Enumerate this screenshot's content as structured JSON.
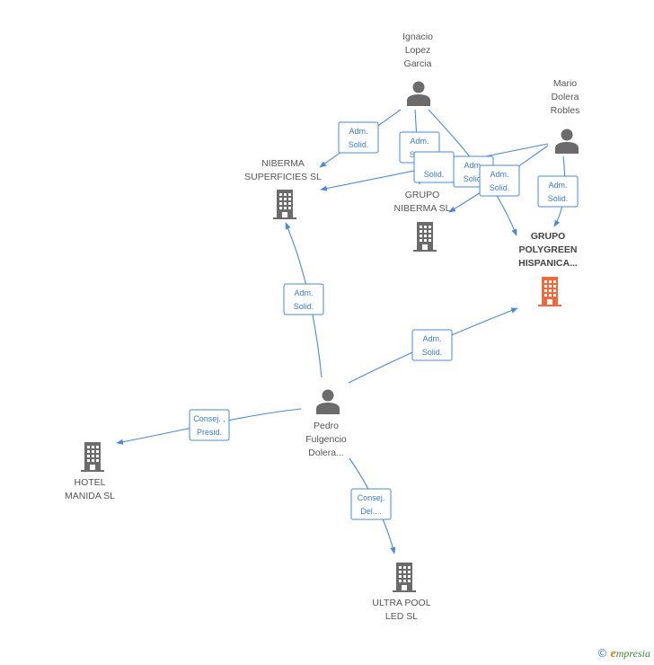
{
  "colors": {
    "edge": "#4a8ad8",
    "person_icon": "#6b6b6b",
    "company_icon": "#6b6b6b",
    "company_highlight": "#f26a3b"
  },
  "nodes": [
    {
      "id": "ignacio",
      "type": "person",
      "lines": [
        "Ignacio",
        "Lopez",
        "Garcia"
      ]
    },
    {
      "id": "mario",
      "type": "person",
      "lines": [
        "Mario",
        "Dolera",
        "Robles"
      ]
    },
    {
      "id": "pedro",
      "type": "person",
      "lines": [
        "Pedro",
        "Fulgencio",
        "Dolera..."
      ]
    },
    {
      "id": "niberma_sup",
      "type": "company",
      "lines": [
        "NIBERMA",
        "SUPERFICIES SL"
      ]
    },
    {
      "id": "grupo_niberma",
      "type": "company",
      "lines": [
        "GRUPO",
        "NIBERMA SL"
      ]
    },
    {
      "id": "polygreen",
      "type": "company",
      "highlight": true,
      "lines": [
        "GRUPO",
        "POLYGREEN",
        "HISPANICA..."
      ]
    },
    {
      "id": "hotel",
      "type": "company",
      "lines": [
        "HOTEL",
        "MANIDA SL"
      ]
    },
    {
      "id": "ultra",
      "type": "company",
      "lines": [
        "ULTRA POOL",
        "LED SL"
      ]
    }
  ],
  "edges": [
    {
      "from": "ignacio",
      "to": "niberma_sup",
      "label": [
        "Adm.",
        "Solid."
      ]
    },
    {
      "from": "ignacio",
      "to": "grupo_niberma",
      "label": [
        "Adm.",
        "Solid."
      ]
    },
    {
      "from": "mario",
      "to": "niberma_sup",
      "label": [
        "",
        "Solid."
      ]
    },
    {
      "from": "ignacio",
      "to": "polygreen",
      "label": [
        "Adm.",
        "Solid."
      ]
    },
    {
      "from": "mario",
      "to": "grupo_niberma",
      "label": [
        "Adm.",
        "Solid."
      ]
    },
    {
      "from": "mario",
      "to": "polygreen",
      "label": [
        "Adm.",
        "Solid."
      ]
    },
    {
      "from": "pedro",
      "to": "niberma_sup",
      "label": [
        "Adm.",
        "Solid."
      ]
    },
    {
      "from": "pedro",
      "to": "polygreen",
      "label": [
        "Adm.",
        "Solid."
      ]
    },
    {
      "from": "pedro",
      "to": "hotel",
      "label": [
        "Consej. ,",
        "Presid."
      ]
    },
    {
      "from": "pedro",
      "to": "ultra",
      "label": [
        "Consej.",
        "Del...."
      ]
    }
  ],
  "brand": {
    "copyright": "©",
    "e": "e",
    "rest": "mpresia"
  }
}
